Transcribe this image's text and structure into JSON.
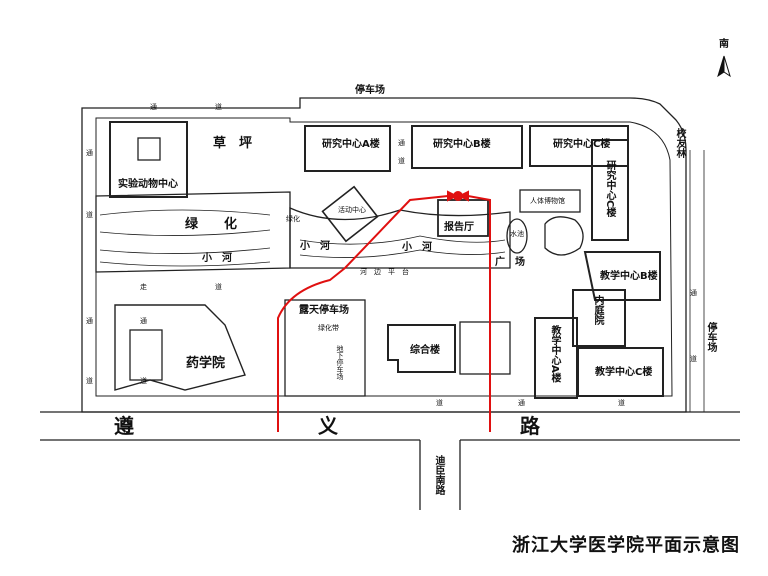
{
  "compass": {
    "label": "南",
    "icon": "north-arrow-icon"
  },
  "map_title": "浙江大学医学院平面示意图",
  "road_main": [
    "遵",
    "义",
    "路"
  ],
  "road_side": "迪臣南路",
  "labels": {
    "parking_top": "停车场",
    "tong_top": "通",
    "dao_top": "道",
    "left_tong": "通",
    "left_dao": "道",
    "left_tong2": "通",
    "left_dao2": "道",
    "grass": "草　坪",
    "animal_center": "实验动物中心",
    "greenery": "绿　　化",
    "small_river1": "小　河",
    "small_river2": "小　河",
    "small_river3": "小　河",
    "research_a": "研究中心A楼",
    "research_b": "研究中心B楼",
    "research_c": "研究中心C楼",
    "research_c_vert": "研究中心C楼",
    "report_hall": "报告厅",
    "water_pool": "水池",
    "square": "广　场",
    "teaching_b": "教学中心B楼",
    "inner_court": "内庭院",
    "teaching_a": "教学中心A楼",
    "teaching_c": "教学中心C楼",
    "complex_bldg": "综合楼",
    "pharmacy": "药学院",
    "open_parking": "露天停车场",
    "underground_parking": "地下停车场",
    "green_belt": "绿化带",
    "green_small": "绿化",
    "river_platform": "河　边　平　台",
    "xiaoyoulin": "校友林",
    "parking_right": "停车场",
    "tong_right": "通",
    "dao_right": "道",
    "tong_r2": "通",
    "dao_r2": "道",
    "zou": "走",
    "dao_bottom": "道",
    "dao_bottom2": "道",
    "tong_mid": "通",
    "dao_mid": "道",
    "tong_ph": "通",
    "dao_ph": "道",
    "human_museum": "人体博物馆",
    "activity_center": "活动中心"
  }
}
